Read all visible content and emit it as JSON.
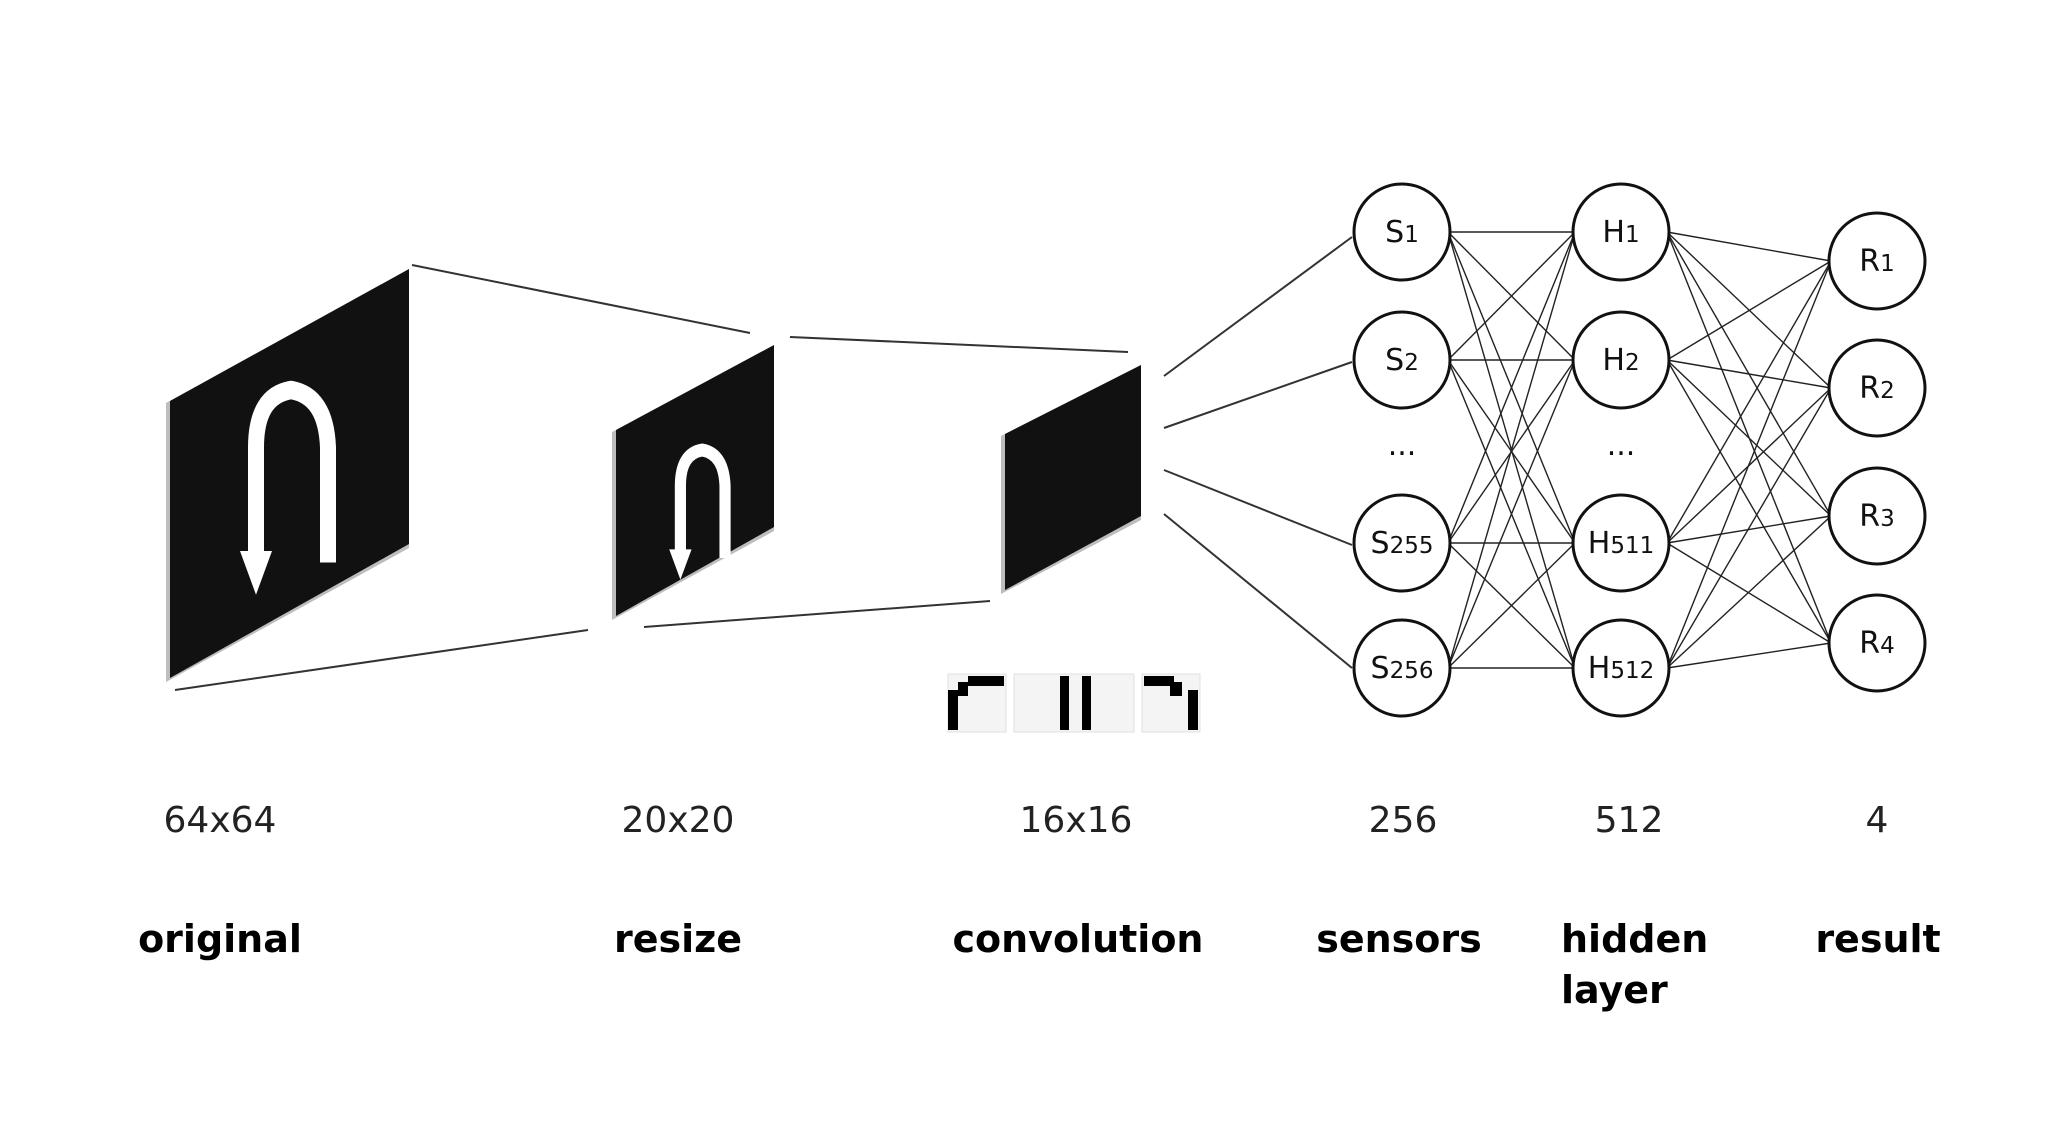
{
  "stages": [
    {
      "id": "original",
      "dimension": "64x64",
      "label": "original"
    },
    {
      "id": "resize",
      "dimension": "20x20",
      "label": "resize"
    },
    {
      "id": "convolution",
      "dimension": "16x16",
      "label": "convolution"
    },
    {
      "id": "sensors",
      "dimension": "256",
      "label": "sensors"
    },
    {
      "id": "hidden",
      "dimension": "512",
      "label_lines": [
        "hidden",
        "layer"
      ]
    },
    {
      "id": "result",
      "dimension": "4",
      "label": "result"
    }
  ],
  "layers": {
    "sensors": [
      {
        "letter": "S",
        "index": "1"
      },
      {
        "letter": "S",
        "index": "2"
      },
      {
        "letter": "S",
        "index": "255"
      },
      {
        "letter": "S",
        "index": "256"
      }
    ],
    "hidden": [
      {
        "letter": "H",
        "index": "1"
      },
      {
        "letter": "H",
        "index": "2"
      },
      {
        "letter": "H",
        "index": "511"
      },
      {
        "letter": "H",
        "index": "512"
      }
    ],
    "result": [
      {
        "letter": "R",
        "index": "1"
      },
      {
        "letter": "R",
        "index": "2"
      },
      {
        "letter": "R",
        "index": "3"
      },
      {
        "letter": "R",
        "index": "4"
      }
    ]
  },
  "ellipsis": "...",
  "kernels": [
    "corner-top-left",
    "vertical-bars",
    "corner-top-right"
  ],
  "colors": {
    "panel": "#111111",
    "panel_edge": "#b8b8b8",
    "line": "#222222",
    "glyph": "#ffffff"
  }
}
